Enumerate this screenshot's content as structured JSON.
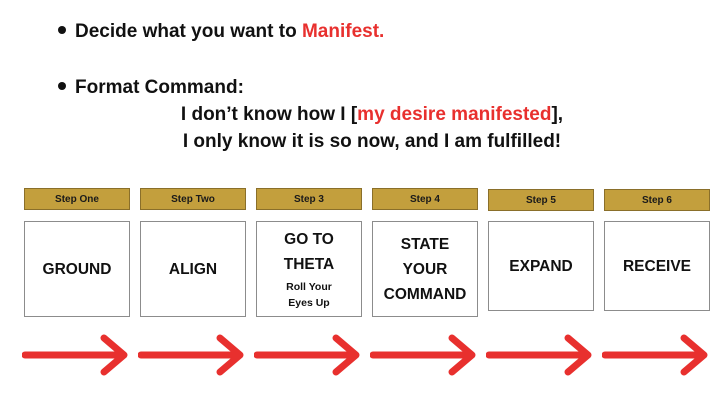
{
  "bullets": {
    "item1_text": "Decide what you want to ",
    "item1_highlight": "Manifest.",
    "item2_text": "Format Command:",
    "command_line1_pre": "I don’t know how I [",
    "command_line1_highlight": "my desire manifested",
    "command_line1_post": "],",
    "command_line2": "I only know it is so now, and I am fulfilled!"
  },
  "steps": [
    {
      "header": "Step One",
      "line1": "GROUND",
      "line2": "",
      "line3": "",
      "sub1": "",
      "sub2": ""
    },
    {
      "header": "Step Two",
      "line1": "ALIGN",
      "line2": "",
      "line3": "",
      "sub1": "",
      "sub2": ""
    },
    {
      "header": "Step 3",
      "line1": "GO TO",
      "line2": "THETA",
      "line3": "",
      "sub1": "Roll Your",
      "sub2": "Eyes Up"
    },
    {
      "header": "Step 4",
      "line1": "STATE",
      "line2": "YOUR",
      "line3": "COMMAND",
      "sub1": "",
      "sub2": ""
    },
    {
      "header": "Step 5",
      "line1": "EXPAND",
      "line2": "",
      "line3": "",
      "sub1": "",
      "sub2": ""
    },
    {
      "header": "Step 6",
      "line1": "RECEIVE",
      "line2": "",
      "line3": "",
      "sub1": "",
      "sub2": ""
    }
  ],
  "arrows": [
    "arrow-right-icon",
    "arrow-right-icon",
    "arrow-right-icon",
    "arrow-right-icon",
    "arrow-right-icon",
    "arrow-right-icon"
  ],
  "colors": {
    "accent_red": "#e8302e",
    "header_gold": "#c39f3d",
    "box_border": "#8c8c8c"
  }
}
